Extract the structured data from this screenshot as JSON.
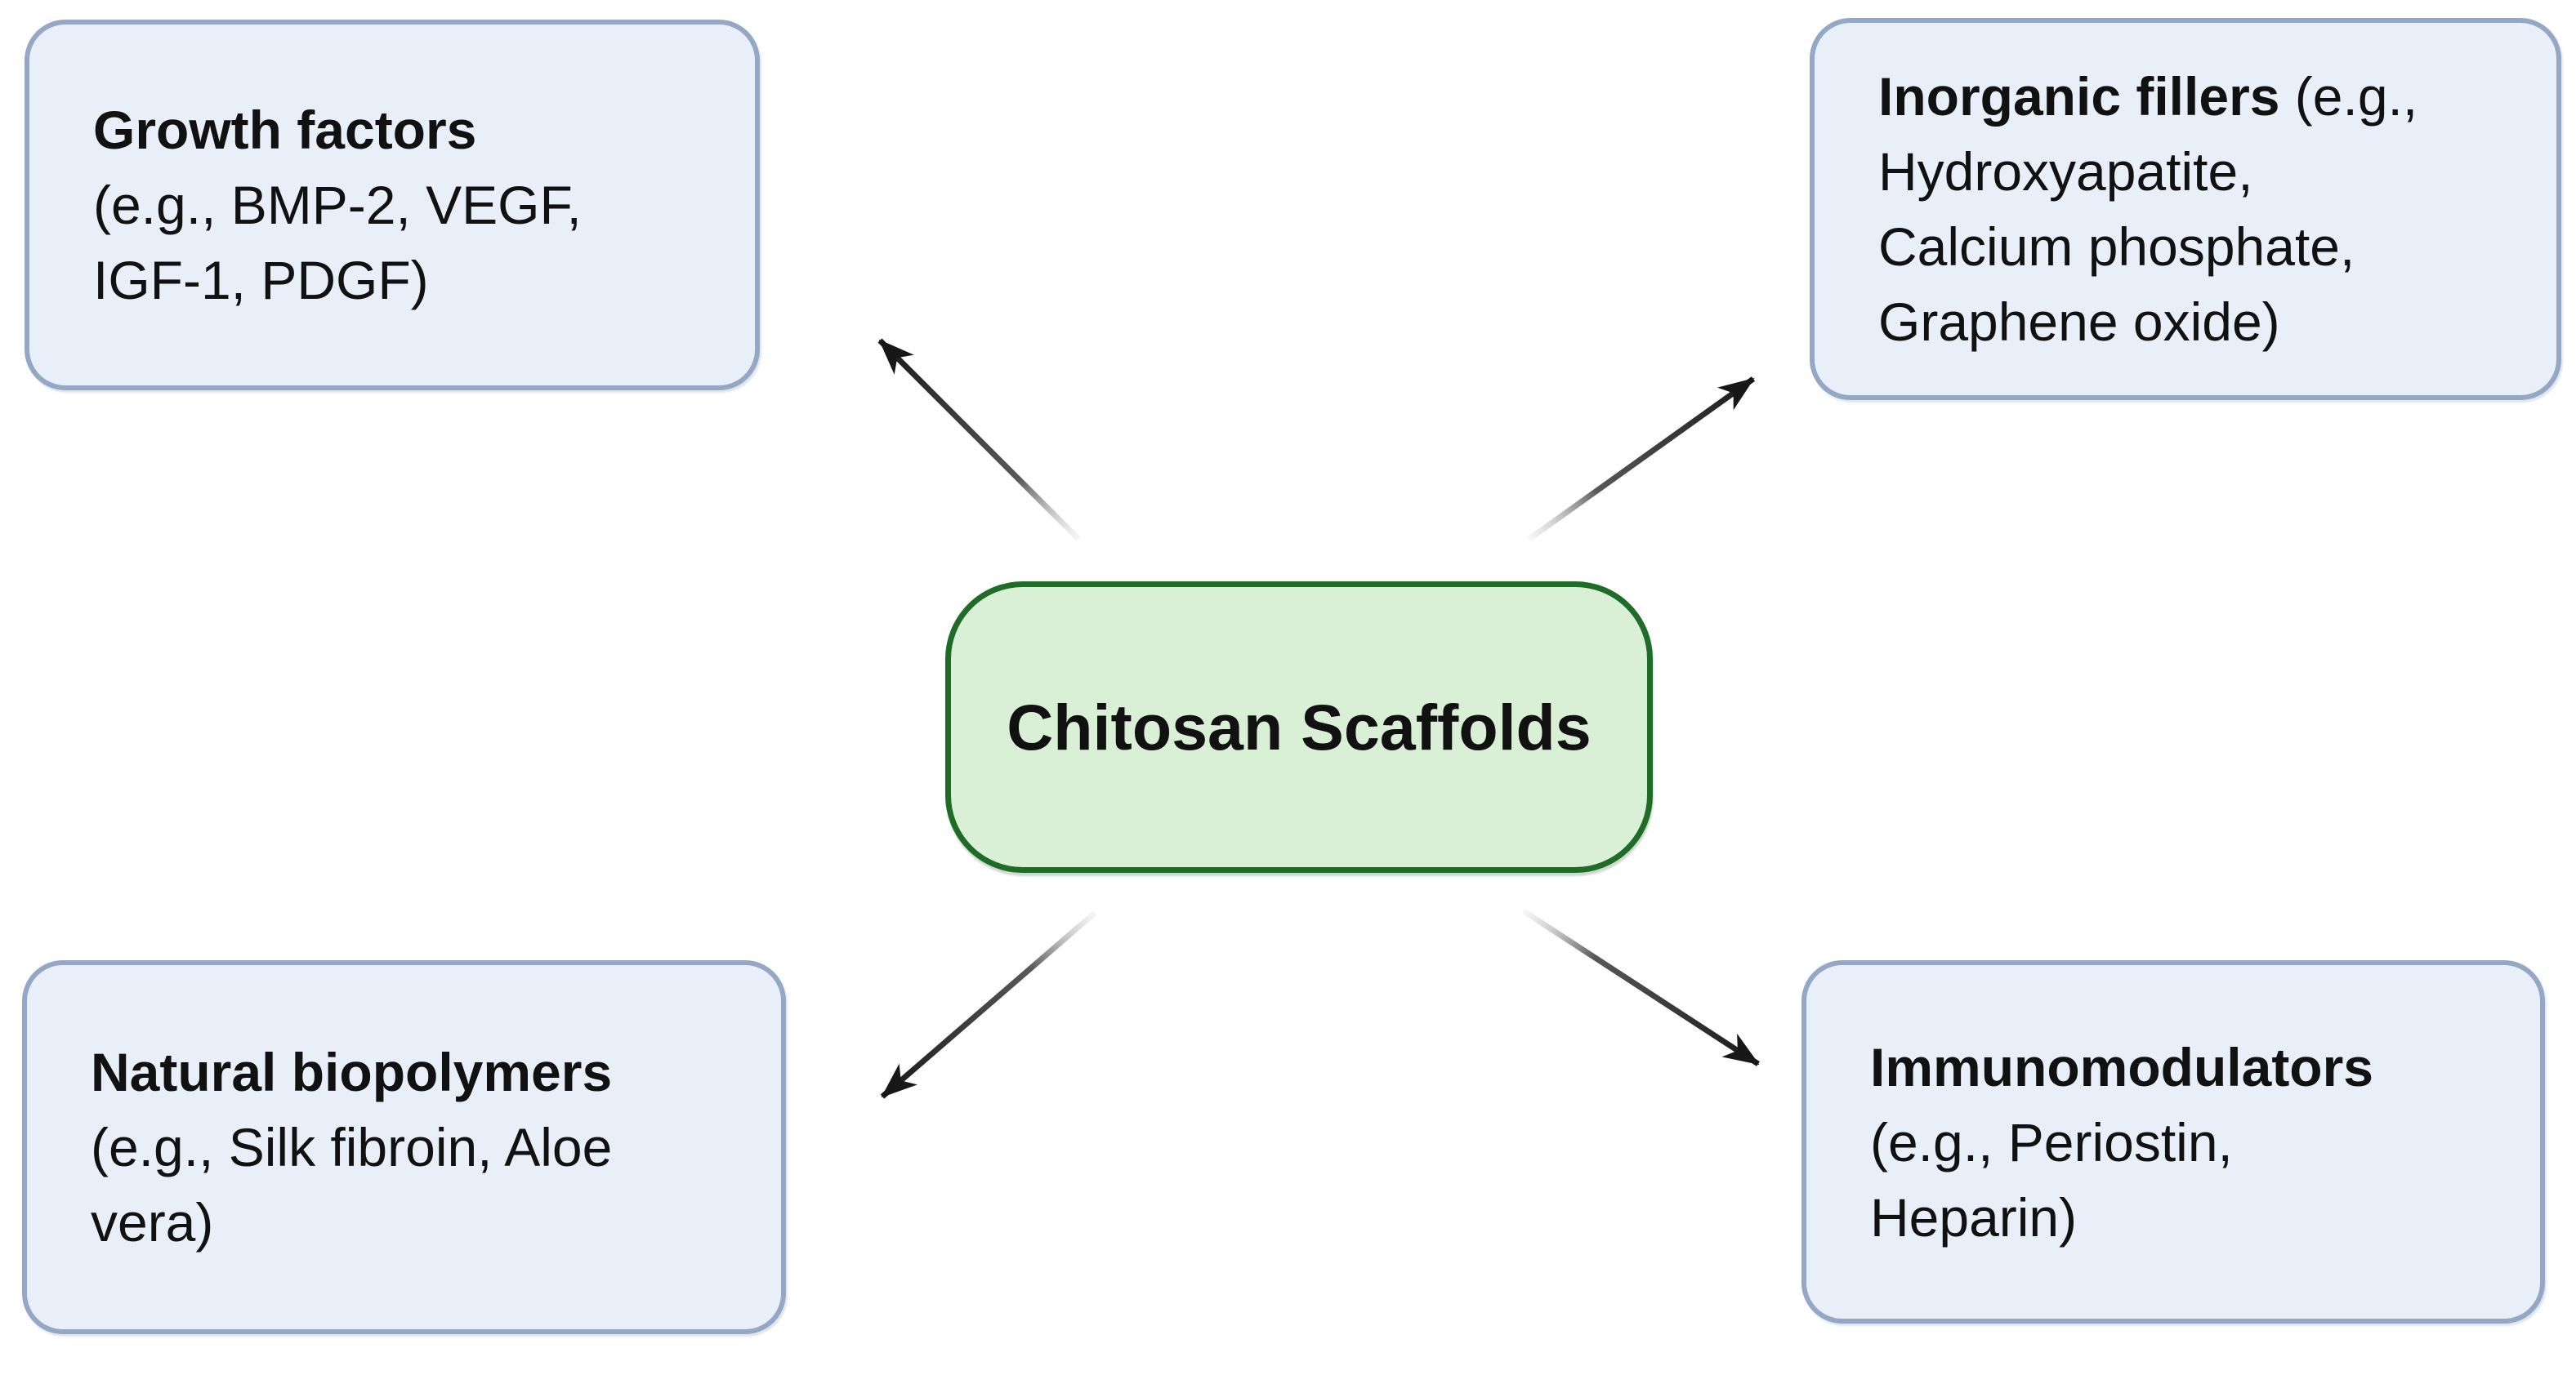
{
  "figure": {
    "center_label": "Chitosan Scaffolds",
    "nodes": [
      {
        "title": "Growth factors",
        "detail": "\n(e.g., BMP-2, VEGF,\nIGF-1, PDGF)"
      },
      {
        "title": "Inorganic fillers",
        "detail": " (e.g.,\nHydroxyapatite,\nCalcium phosphate,\nGraphene oxide)"
      },
      {
        "title": "Natural biopolymers",
        "detail": "\n(e.g., Silk fibroin, Aloe\nvera)"
      },
      {
        "title": "Immunomodulators",
        "detail": "\n(e.g., Periostin,\nHeparin)"
      }
    ],
    "colors": {
      "node_fill": "#e9eff8",
      "node_border": "#94a7c4",
      "center_fill": "#d9efd6",
      "center_border": "#1f6b28",
      "arrow": "#171717",
      "text": "#111111"
    }
  }
}
